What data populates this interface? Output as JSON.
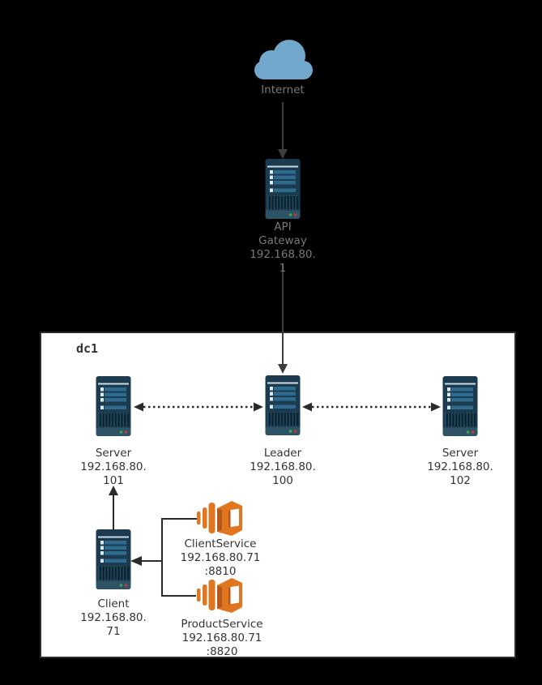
{
  "colors": {
    "bg": "#000000",
    "box_fill": "#ffffff",
    "box_border": "#2b2b2b",
    "text_outside": "#787878",
    "text_inside": "#333333",
    "connector": "#3d3d3d",
    "connector_dark": "#2b2b2b",
    "cloud": "#72a6cb",
    "server_body": "#1c3b4f",
    "server_divider": "#c9dae4",
    "server_chip": "#dcebf2",
    "server_bar": "#2f6b8f",
    "server_vent_base": "#2b4f63",
    "server_vent_stripe": "#0c2533",
    "server_foot": "#2e5366",
    "led_green": "#3fa74f",
    "led_red": "#c13a3a",
    "service_orange": "#e0761f",
    "service_dark": "#b5591b",
    "service_hole": "#ffffff"
  },
  "diagram": {
    "internet": {
      "lines": [
        "Internet"
      ],
      "icon": "cloud-icon"
    },
    "api_gateway": {
      "lines": [
        "API",
        "Gateway",
        "192.168.80.",
        "1"
      ],
      "icon": "server-tower-icon"
    },
    "dc1": {
      "label": "dc1"
    },
    "server1": {
      "lines": [
        "Server",
        "192.168.80.",
        "101"
      ],
      "icon": "server-tower-icon"
    },
    "leader": {
      "lines": [
        "Leader",
        "192.168.80.",
        "100"
      ],
      "icon": "server-tower-icon"
    },
    "server2": {
      "lines": [
        "Server",
        "192.168.80.",
        "102"
      ],
      "icon": "server-tower-icon"
    },
    "client": {
      "lines": [
        "Client",
        "192.168.80.",
        "71"
      ],
      "icon": "server-tower-icon"
    },
    "client_service": {
      "lines": [
        "ClientService",
        "192.168.80.71",
        ":8810"
      ],
      "icon": "aws-service-icon"
    },
    "product_service": {
      "lines": [
        "ProductService",
        "192.168.80.71",
        ":8820"
      ],
      "icon": "aws-service-icon"
    },
    "edges": [
      {
        "from": "internet",
        "to": "api_gateway",
        "style": "solid-arrow"
      },
      {
        "from": "api_gateway",
        "to": "leader",
        "style": "solid-arrow"
      },
      {
        "from": "server1",
        "to": "leader",
        "style": "dotted-double-arrow"
      },
      {
        "from": "leader",
        "to": "server2",
        "style": "dotted-double-arrow"
      },
      {
        "from": "client",
        "to": "server1",
        "style": "solid-arrow"
      },
      {
        "from": "client_service+product_service",
        "to": "client",
        "style": "bracket-solid-arrow"
      }
    ]
  }
}
